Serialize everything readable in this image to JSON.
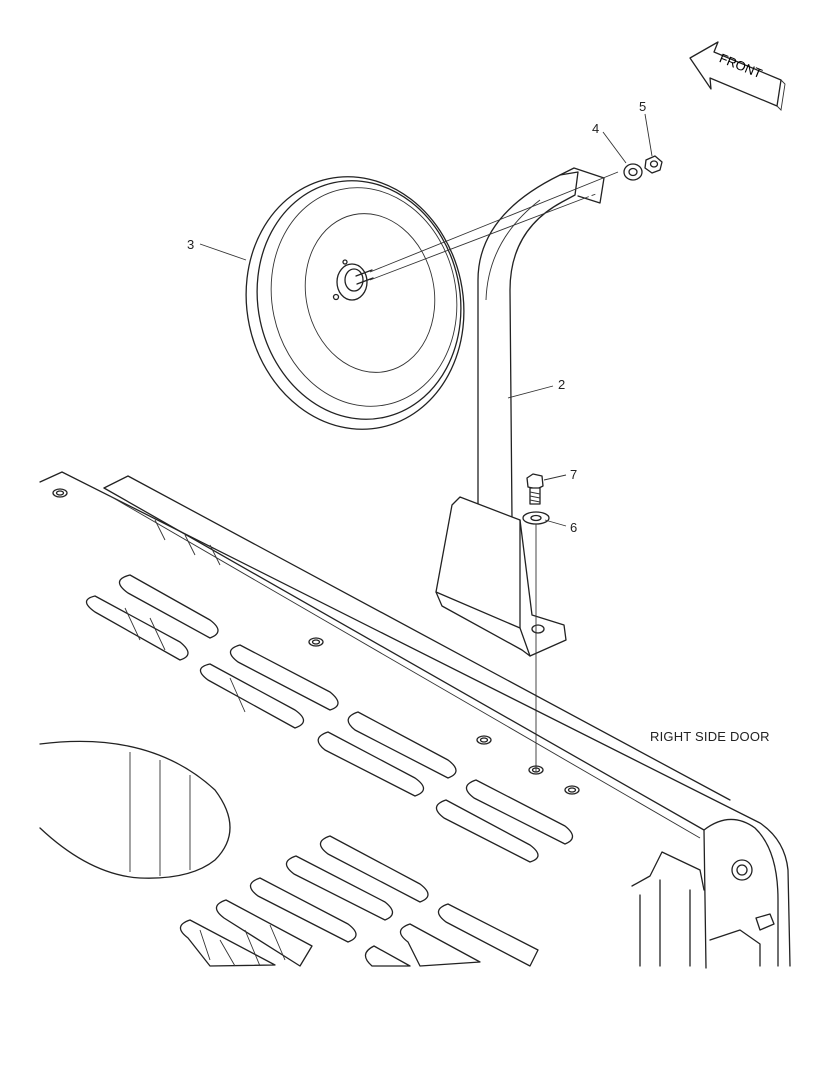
{
  "callouts": [
    {
      "id": "1",
      "text": "2"
    },
    {
      "id": "2",
      "text": "3"
    },
    {
      "id": "3",
      "text": "4"
    },
    {
      "id": "4",
      "text": "5"
    },
    {
      "id": "5",
      "text": "6"
    },
    {
      "id": "6",
      "text": "7"
    }
  ],
  "front_arrow": {
    "label": "FRONT"
  },
  "note": {
    "right_side_door": "RIGHT SIDE DOOR"
  }
}
